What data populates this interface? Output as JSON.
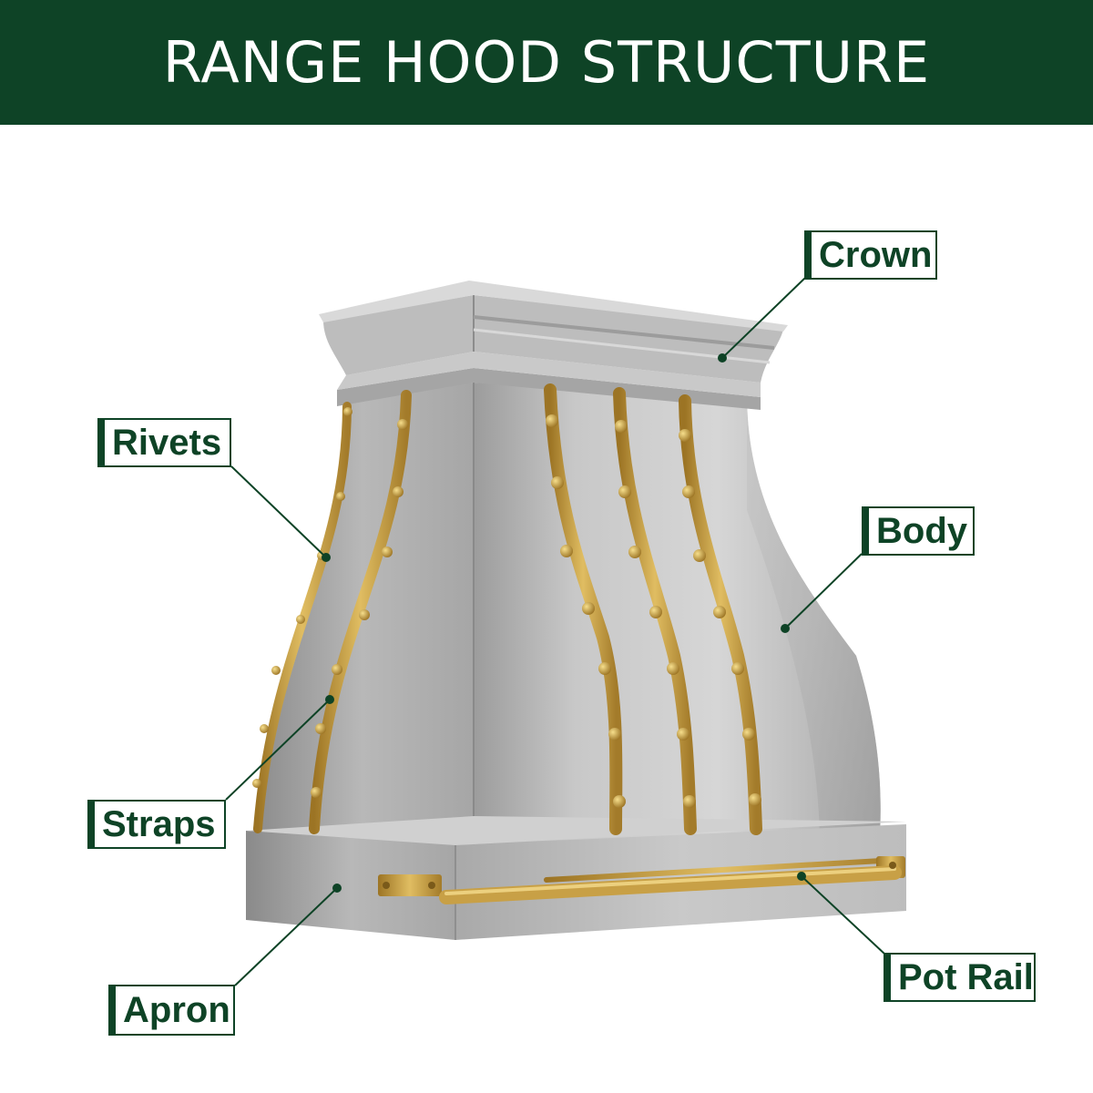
{
  "title": "RANGE HOOD STRUCTURE",
  "colors": {
    "header_bg": "#0e4326",
    "label_text": "#0e4326",
    "steel": "#b9b9b9",
    "brass": "#c19a3d"
  },
  "labels": {
    "crown": "Crown",
    "rivets": "Rivets",
    "body": "Body",
    "straps": "Straps",
    "apron": "Apron",
    "pot_rail": "Pot Rail"
  }
}
